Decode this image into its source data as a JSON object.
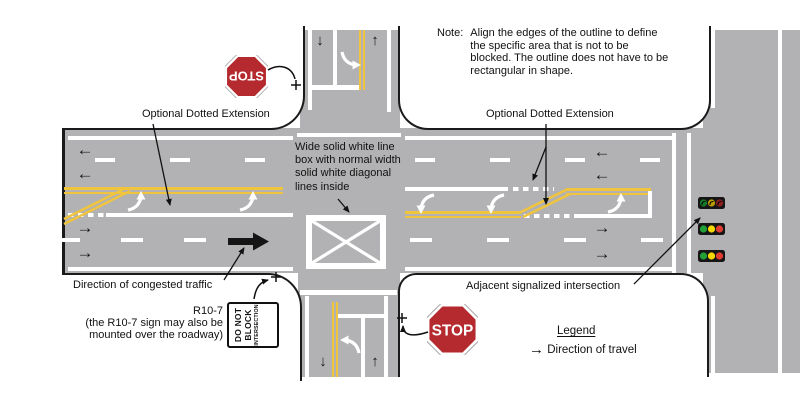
{
  "colors": {
    "road": "#b2b2b4",
    "yellow": "#f0c43c",
    "marking_white": "#ffffff",
    "outline": "#1a1a1a",
    "stop_red": "#b52a2e",
    "signal_green": "#21a038",
    "signal_yellow": "#f5d800",
    "signal_red": "#e13c32"
  },
  "glyphs": {
    "arrow_left": "←",
    "arrow_right": "→",
    "arrow_up": "↑",
    "arrow_down": "↓"
  },
  "annotations": {
    "note": {
      "label": "Note:",
      "text": "Align the edges of the outline to define the specific area that is not to be blocked. The outline does not have to be rectangular in shape."
    },
    "optional_dotted_extension_left": "Optional Dotted Extension",
    "optional_dotted_extension_right": "Optional Dotted Extension",
    "wide_box_label": "Wide solid white line box with normal width solid white diagonal lines inside",
    "congested_label": "Direction of congested traffic",
    "r10_7": {
      "title": "R10-7",
      "note_line1": "(the R10-7 sign may also be",
      "note_line2": "mounted over the roadway)"
    },
    "adjacent_label": "Adjacent signalized intersection"
  },
  "signs": {
    "stop_top": "STOP",
    "stop_bottom": "STOP",
    "r10_7_lines": [
      "DO NOT",
      "BLOCK",
      "INTERSECTION"
    ]
  },
  "legend": {
    "title": "Legend",
    "items": [
      {
        "label": "Direction of travel"
      }
    ]
  }
}
